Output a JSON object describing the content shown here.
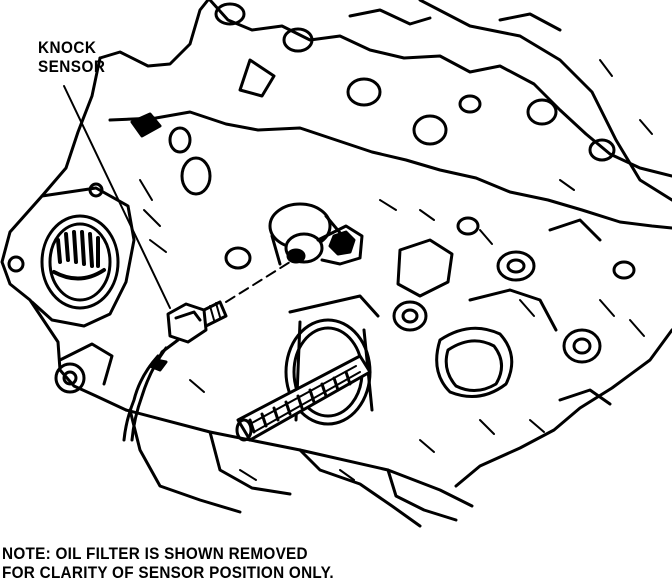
{
  "callout": {
    "line1": "KNOCK",
    "line2": "SENSOR"
  },
  "note": {
    "line1": "NOTE: OIL FILTER IS SHOWN REMOVED",
    "line2": "FOR CLARITY OF SENSOR POSITION ONLY."
  },
  "colors": {
    "ink": "#000000",
    "paper": "#ffffff"
  }
}
